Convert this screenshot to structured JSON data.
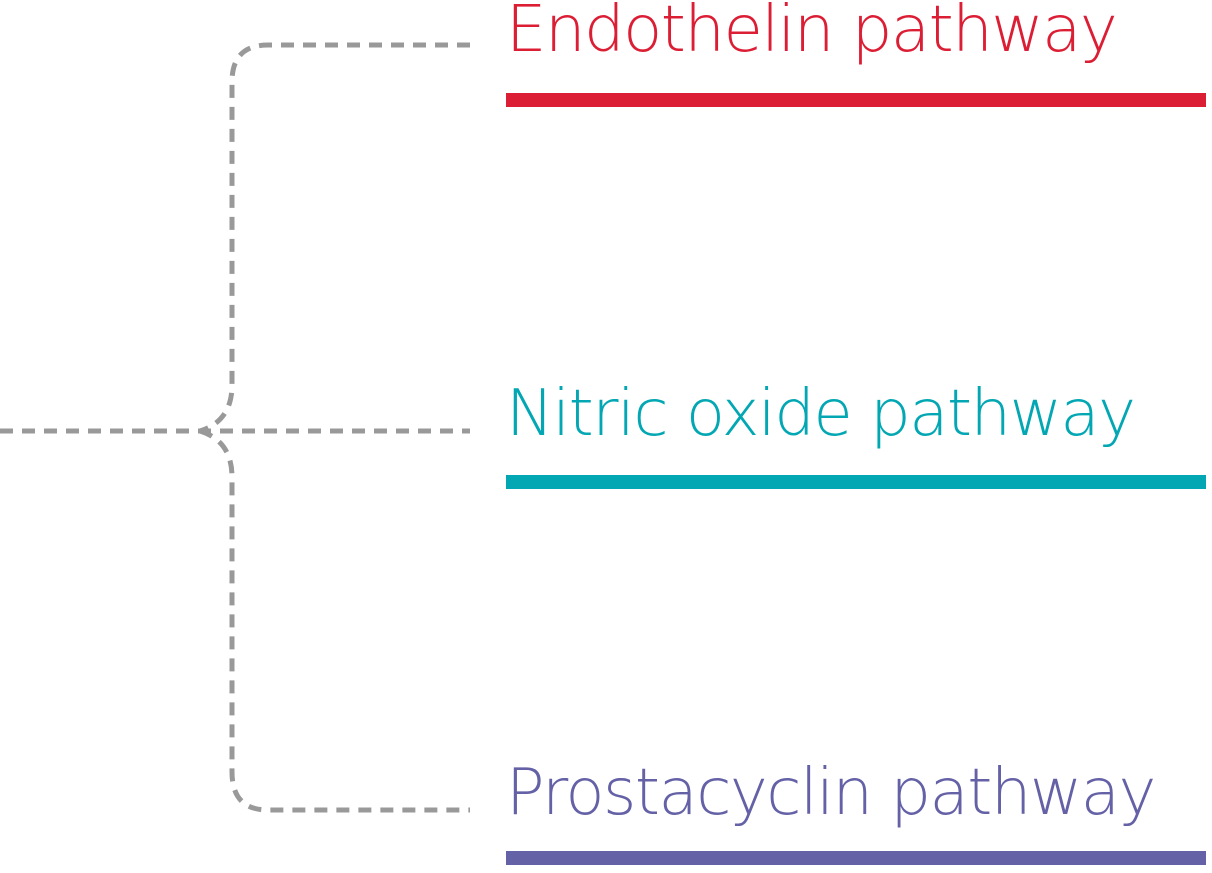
{
  "pathways": [
    {
      "label": "Endothelin pathway",
      "color": "#dc1e35"
    },
    {
      "label": "Nitric oxide pathway",
      "color": "#03a7b3"
    },
    {
      "label": "Prostacyclin pathway",
      "color": "#6461a6"
    }
  ],
  "connector_color": "#999999"
}
